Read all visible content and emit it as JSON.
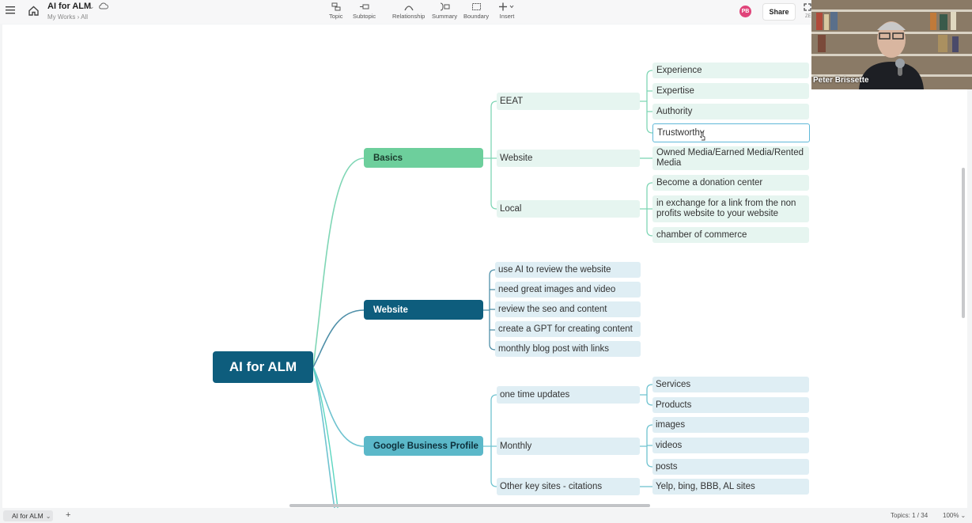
{
  "header": {
    "title": "AI for ALM",
    "breadcrumb": "My Works  ›  All",
    "tools": [
      {
        "label": "Topic"
      },
      {
        "label": "Subtopic"
      },
      {
        "label": "Relationship"
      },
      {
        "label": "Summary"
      },
      {
        "label": "Boundary"
      },
      {
        "label": "Insert"
      }
    ],
    "avatar_initials": "PB",
    "share_label": "Share",
    "zen_label": "ZE"
  },
  "video": {
    "name": "Peter Brissette"
  },
  "mindmap": {
    "root": "AI for ALM",
    "branches": {
      "basics": {
        "label": "Basics",
        "children": {
          "eeat": {
            "label": "EEAT",
            "children": [
              "Experience",
              "Expertise",
              "Authority",
              "Trustworthy"
            ]
          },
          "website": {
            "label": "Website",
            "children": [
              "Owned Media/Earned Media/Rented Media"
            ]
          },
          "local": {
            "label": "Local",
            "children": [
              "Become a donation center",
              "in exchange for a link from the non profits website to your website",
              "chamber of commerce"
            ]
          }
        }
      },
      "website": {
        "label": "Website",
        "children": [
          "use AI to review the website",
          "need great images and video",
          "review the seo and content",
          "create a GPT for creating content",
          "monthly blog post with links"
        ]
      },
      "gbp": {
        "label": "Google Business Profile",
        "children": {
          "one_time": {
            "label": "one time updates",
            "children": [
              "Services",
              "Products"
            ]
          },
          "monthly": {
            "label": "Monthly",
            "children": [
              "images",
              "videos",
              "posts"
            ]
          },
          "citations": {
            "label": "Other key sites - citations",
            "children": [
              "Yelp, bing, BBB, AL sites"
            ]
          }
        }
      }
    }
  },
  "colors": {
    "root": "#0e5d7d",
    "basics": "#6dcf9c",
    "website": "#0e5d7d",
    "gbp": "#5bb8c9",
    "basics_line": "#7fd6b5",
    "website_line": "#4e8fa8",
    "gbp_line": "#6fc3d0"
  },
  "status": {
    "sheet": "AI for ALM",
    "topics": "Topics: 1 / 34",
    "zoom": "100%"
  }
}
